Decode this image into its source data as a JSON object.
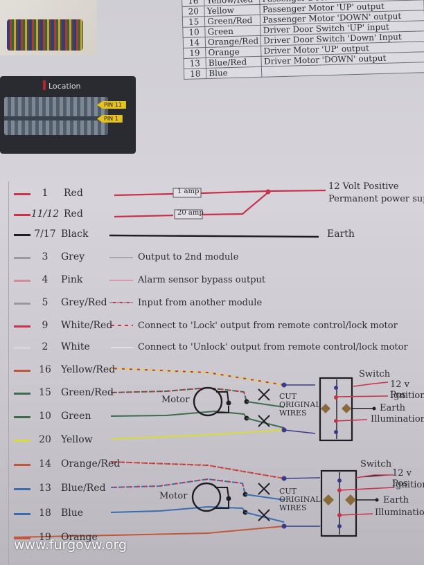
{
  "photos": {
    "location_label": "Location",
    "pin_tag_1": "PIN 11",
    "pin_tag_2": "PIN 1"
  },
  "pin_table": {
    "rows": [
      {
        "pin": "16",
        "colour": "Yellow/Red",
        "function": "Passenger Door Switch 'DOWN' input"
      },
      {
        "pin": "20",
        "colour": "Yellow",
        "function": "Passenger Motor 'UP' output"
      },
      {
        "pin": "15",
        "colour": "Green/Red",
        "function": "Passenger Motor 'DOWN' output"
      },
      {
        "pin": "10",
        "colour": "Green",
        "function": "Driver Door Switch 'UP' input"
      },
      {
        "pin": "14",
        "colour": "Orange/Red",
        "function": "Driver Door Switch 'Down' Input"
      },
      {
        "pin": "19",
        "colour": "Orange",
        "function": "Driver Motor 'UP' output"
      },
      {
        "pin": "13",
        "colour": "Blue/Red",
        "function": "Driver Motor 'DOWN' output"
      },
      {
        "pin": "18",
        "colour": "Blue",
        "function": ""
      }
    ]
  },
  "wires": [
    {
      "pin": "1",
      "name": "Red"
    },
    {
      "pin": "11/12",
      "name": "Red"
    },
    {
      "pin": "7/17",
      "name": "Black"
    },
    {
      "pin": "3",
      "name": "Grey",
      "desc": "Output to 2nd module"
    },
    {
      "pin": "4",
      "name": "Pink",
      "desc": "Alarm sensor bypass output"
    },
    {
      "pin": "5",
      "name": "Grey/Red",
      "desc": "Input from another module"
    },
    {
      "pin": "9",
      "name": "White/Red",
      "desc": "Connect to 'Lock' output from remote control/lock motor"
    },
    {
      "pin": "2",
      "name": "White",
      "desc": "Connect to 'Unlock' output from remote control/lock motor"
    },
    {
      "pin": "16",
      "name": "Yellow/Red"
    },
    {
      "pin": "15",
      "name": "Green/Red"
    },
    {
      "pin": "10",
      "name": "Green"
    },
    {
      "pin": "20",
      "name": "Yellow"
    },
    {
      "pin": "14",
      "name": "Orange/Red"
    },
    {
      "pin": "13",
      "name": "Blue/Red"
    },
    {
      "pin": "18",
      "name": "Blue"
    },
    {
      "pin": "19",
      "name": "Orange"
    }
  ],
  "power": {
    "fuse1": "1 amp",
    "fuse2": "20 amp",
    "positive_line1": "12 Volt Positive",
    "positive_line2": "Permanent power supp",
    "earth": "Earth"
  },
  "motor_block_1": {
    "motor": "Motor",
    "cut": [
      "CUT",
      "ORIGINAL",
      "WIRES"
    ],
    "switch": "Switch",
    "pos": "12 v Pos",
    "ignition": "Ignition",
    "earth": "Earth",
    "illumination": "Illumination"
  },
  "motor_block_2": {
    "motor": "Motor",
    "cut": [
      "CUT",
      "ORIGINAL",
      "WIRES"
    ],
    "switch": "Switch",
    "pos": "12 v Pos",
    "ignition": "Ignition",
    "earth": "Earth",
    "illumination": "Illumination"
  },
  "colors": {
    "red": "#c7334a",
    "black": "#1e1e22",
    "green": "#3d6b4c",
    "yellow": "#dada38",
    "blue": "#3a6cae",
    "orange": "#c0563a",
    "wire_blue_red": "#7a4fa0"
  },
  "watermark": "www.furgovw.org"
}
